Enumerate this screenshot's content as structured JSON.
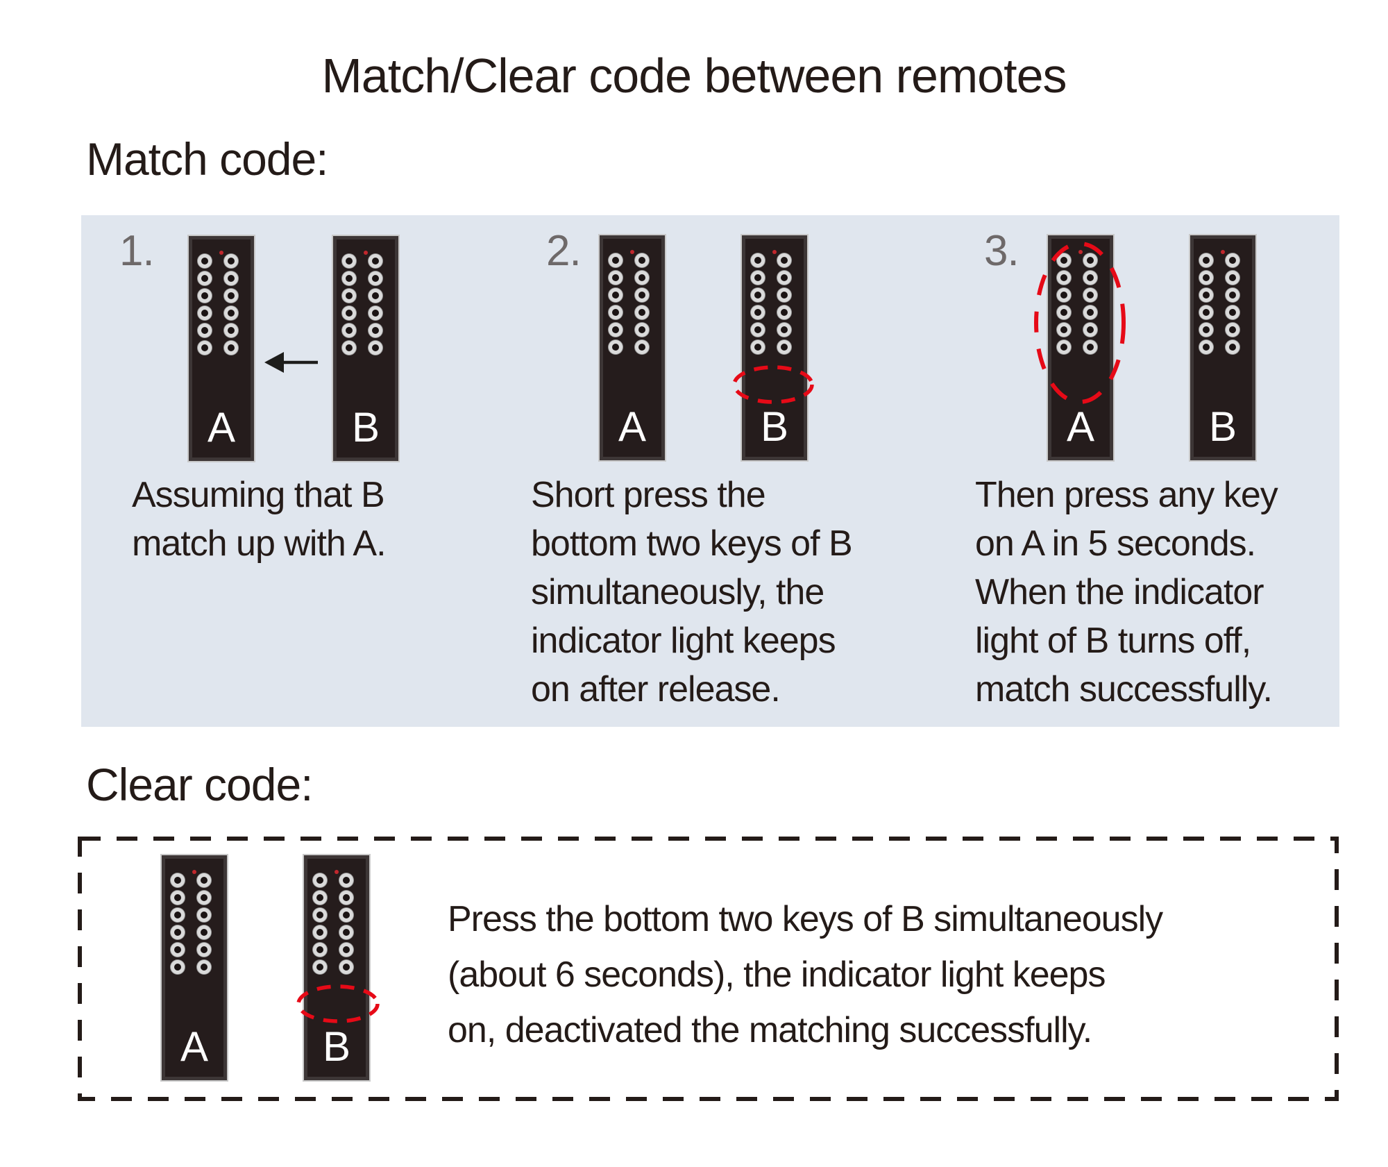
{
  "title": "Match/Clear code between remotes",
  "match_section": {
    "heading": "Match code:",
    "steps": [
      {
        "number": "1.",
        "remote_a_label": "A",
        "remote_b_label": "B",
        "caption_lines": [
          "Assuming that B",
          "match up with A."
        ]
      },
      {
        "number": "2.",
        "remote_a_label": "A",
        "remote_b_label": "B",
        "caption_lines": [
          "Short press the",
          "bottom two keys of B",
          "simultaneously, the",
          "indicator light keeps",
          "on after release."
        ]
      },
      {
        "number": "3.",
        "remote_a_label": "A",
        "remote_b_label": "B",
        "caption_lines": [
          "Then press any key",
          "on A in 5 seconds.",
          "When the indicator",
          "light of B turns off,",
          "match successfully."
        ]
      }
    ]
  },
  "clear_section": {
    "heading": "Clear code:",
    "remote_a_label": "A",
    "remote_b_label": "B",
    "caption_lines": [
      "Press the bottom two keys of B simultaneously",
      "(about 6 seconds), the indicator light keeps",
      "on, deactivated the matching successfully."
    ]
  },
  "colors": {
    "page_background": "#ffffff",
    "panel_background": "#e0e6ee",
    "text": "#241b18",
    "step_number_gray": "#6e6969",
    "highlight_red": "#e60a17",
    "indicator_red": "#c1272d",
    "remote_body": "#251c1c",
    "remote_frame": "#3d3636",
    "remote_edge": "#c9c9c9",
    "key_ring": "#dadada",
    "key_center": "#1b1414",
    "remote_label_white": "#ffffff",
    "arrow_black": "#1d1d1b"
  }
}
